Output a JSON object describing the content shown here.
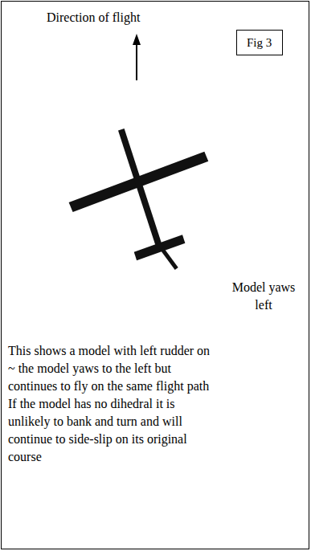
{
  "diagram": {
    "nodes": [
      {
        "text": [
          "Fig 3"
        ]
      }
    ],
    "labels": [
      "Direction of flight",
      "Model yaws left",
      "This shows a model with left rudder on ~ the model yaws to the left but continues to fly on the same flight path",
      "If the model has no dihedral it is unlikely to bank and turn and will continue to side-slip on its original course"
    ]
  }
}
